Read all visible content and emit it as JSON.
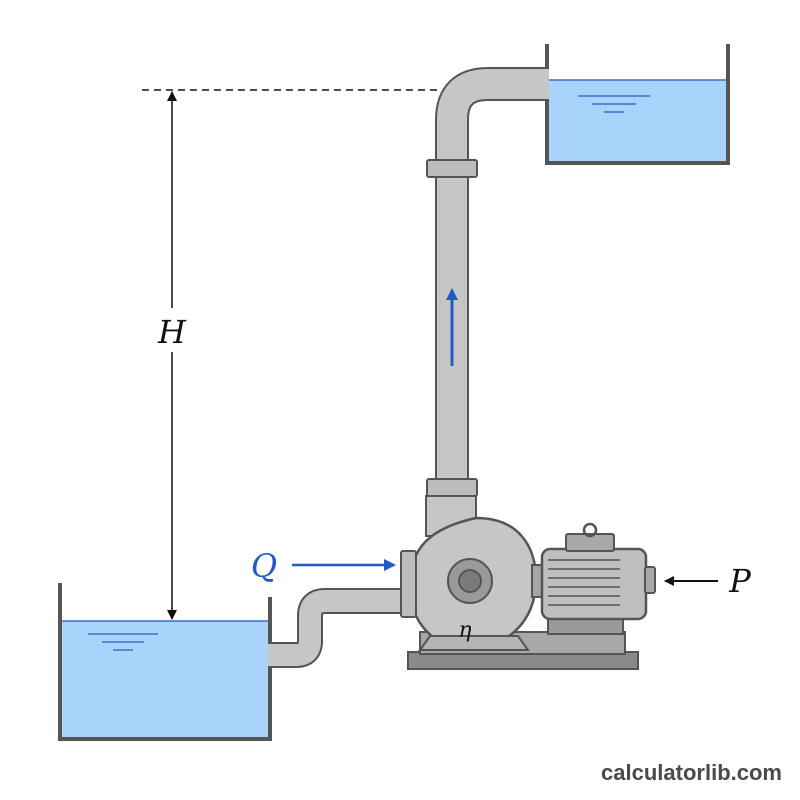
{
  "labels": {
    "head": "H",
    "flow": "Q",
    "power": "P",
    "efficiency": "η"
  },
  "watermark": "calculatorlib.com",
  "colors": {
    "water": "#a8d4fb",
    "water_line": "#3a6fd0",
    "pipe": "#c6c6c6",
    "outline": "#555555",
    "flow_arrow": "#1f5cc9",
    "label_blue": "#1f5cc9",
    "dark": "#111111",
    "watermark": "#4a4a4a"
  }
}
